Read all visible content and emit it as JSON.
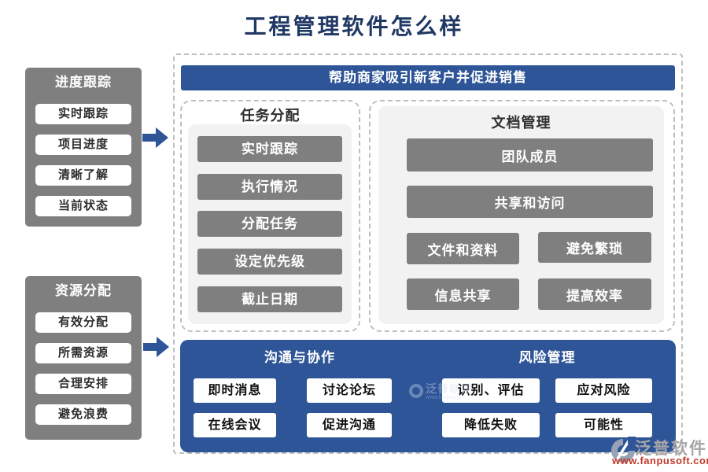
{
  "title": "工程管理软件怎么样",
  "banner": "帮助商家吸引新客户并促进销售",
  "left_boxes": [
    {
      "title": "进度跟踪",
      "items": [
        "实时跟踪",
        "项目进度",
        "清晰了解",
        "当前状态"
      ]
    },
    {
      "title": "资源分配",
      "items": [
        "有效分配",
        "所需资源",
        "合理安排",
        "避免浪费"
      ]
    }
  ],
  "task_panel": {
    "title": "任务分配",
    "items": [
      "实时跟踪",
      "执行情况",
      "分配任务",
      "设定优先级",
      "截止日期"
    ]
  },
  "doc_panel": {
    "title": "文档管理",
    "wide_items": [
      "团队成员",
      "共享和访问"
    ],
    "grid_items": [
      "文件和资料",
      "避免繁琐",
      "信息共享",
      "提高效率"
    ]
  },
  "bottom_panel": {
    "sections": [
      {
        "title": "沟通与协作",
        "items": [
          "即时消息",
          "讨论论坛",
          "在线会议",
          "促进沟通"
        ]
      },
      {
        "title": "风险管理",
        "items": [
          "识别、评估",
          "应对风险",
          "降低失败",
          "可能性"
        ]
      }
    ]
  },
  "watermark": {
    "brand": "泛普软件",
    "url": "www.fanpusoft.com"
  },
  "watermark_faint": {
    "brand": "泛普软件",
    "url": "www.fanpusoft"
  },
  "colors": {
    "accent_blue": "#2E5597",
    "box_gray": "#7F7F7F",
    "panel_gray": "#F2F2F2",
    "title_navy": "#1F3864",
    "dash_gray": "#BFBFBF",
    "watermark_gray": "#A6A6A6",
    "watermark_red": "#C0392B"
  }
}
